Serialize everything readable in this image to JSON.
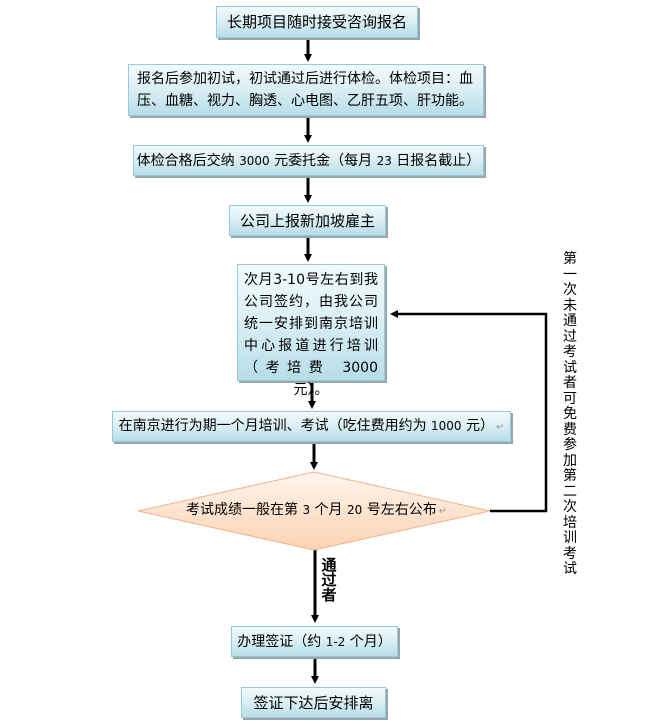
{
  "flowchart": {
    "steps": [
      {
        "id": "step1",
        "text": "长期项目随时接受咨询报名"
      },
      {
        "id": "step2",
        "lines": [
          "报名后参加初试，初试通过后进行体检。体检项目：血",
          "压、血糖、视力、胸透、心电图、乙肝五项、肝功能。"
        ]
      },
      {
        "id": "step3",
        "parts": [
          "体检合格后交纳 ",
          "3000",
          " 元委托金（每月 ",
          "23",
          " 日报名截止）"
        ]
      },
      {
        "id": "step4",
        "text": "公司上报新加坡雇主"
      },
      {
        "id": "step5",
        "lines": [
          "次月3-10号左右到我",
          "公司签约，由我公司",
          "统一安排到南京培训",
          "中心报道进行培训",
          "（考培费 3000 元）。"
        ]
      },
      {
        "id": "step6",
        "parts": [
          "在南京进行为期一个月培训、考试（吃住费用约为 ",
          "1000",
          " 元）"
        ],
        "pilcrow": "↵"
      },
      {
        "id": "decision",
        "parts": [
          "考试成绩一般在第 ",
          "3",
          " 个月 ",
          "20",
          " 号左右公布"
        ],
        "pilcrow": "↵"
      },
      {
        "id": "step7",
        "parts": [
          "办理签证（约 ",
          "1-2",
          " 个月）"
        ]
      },
      {
        "id": "step8",
        "text": "签证下达后安排离"
      }
    ],
    "pass_label": "通过者",
    "fail_loop_label": "第一次未通过考试者可免费参加第二次培训考试"
  },
  "colors": {
    "box_border": "#93cddd",
    "box_fill_top": "#f3fafc",
    "box_fill_bottom": "#b7dde8",
    "diamond_border": "#f2b48a",
    "diamond_fill": "#fde5d2",
    "arrow": "#000000"
  }
}
